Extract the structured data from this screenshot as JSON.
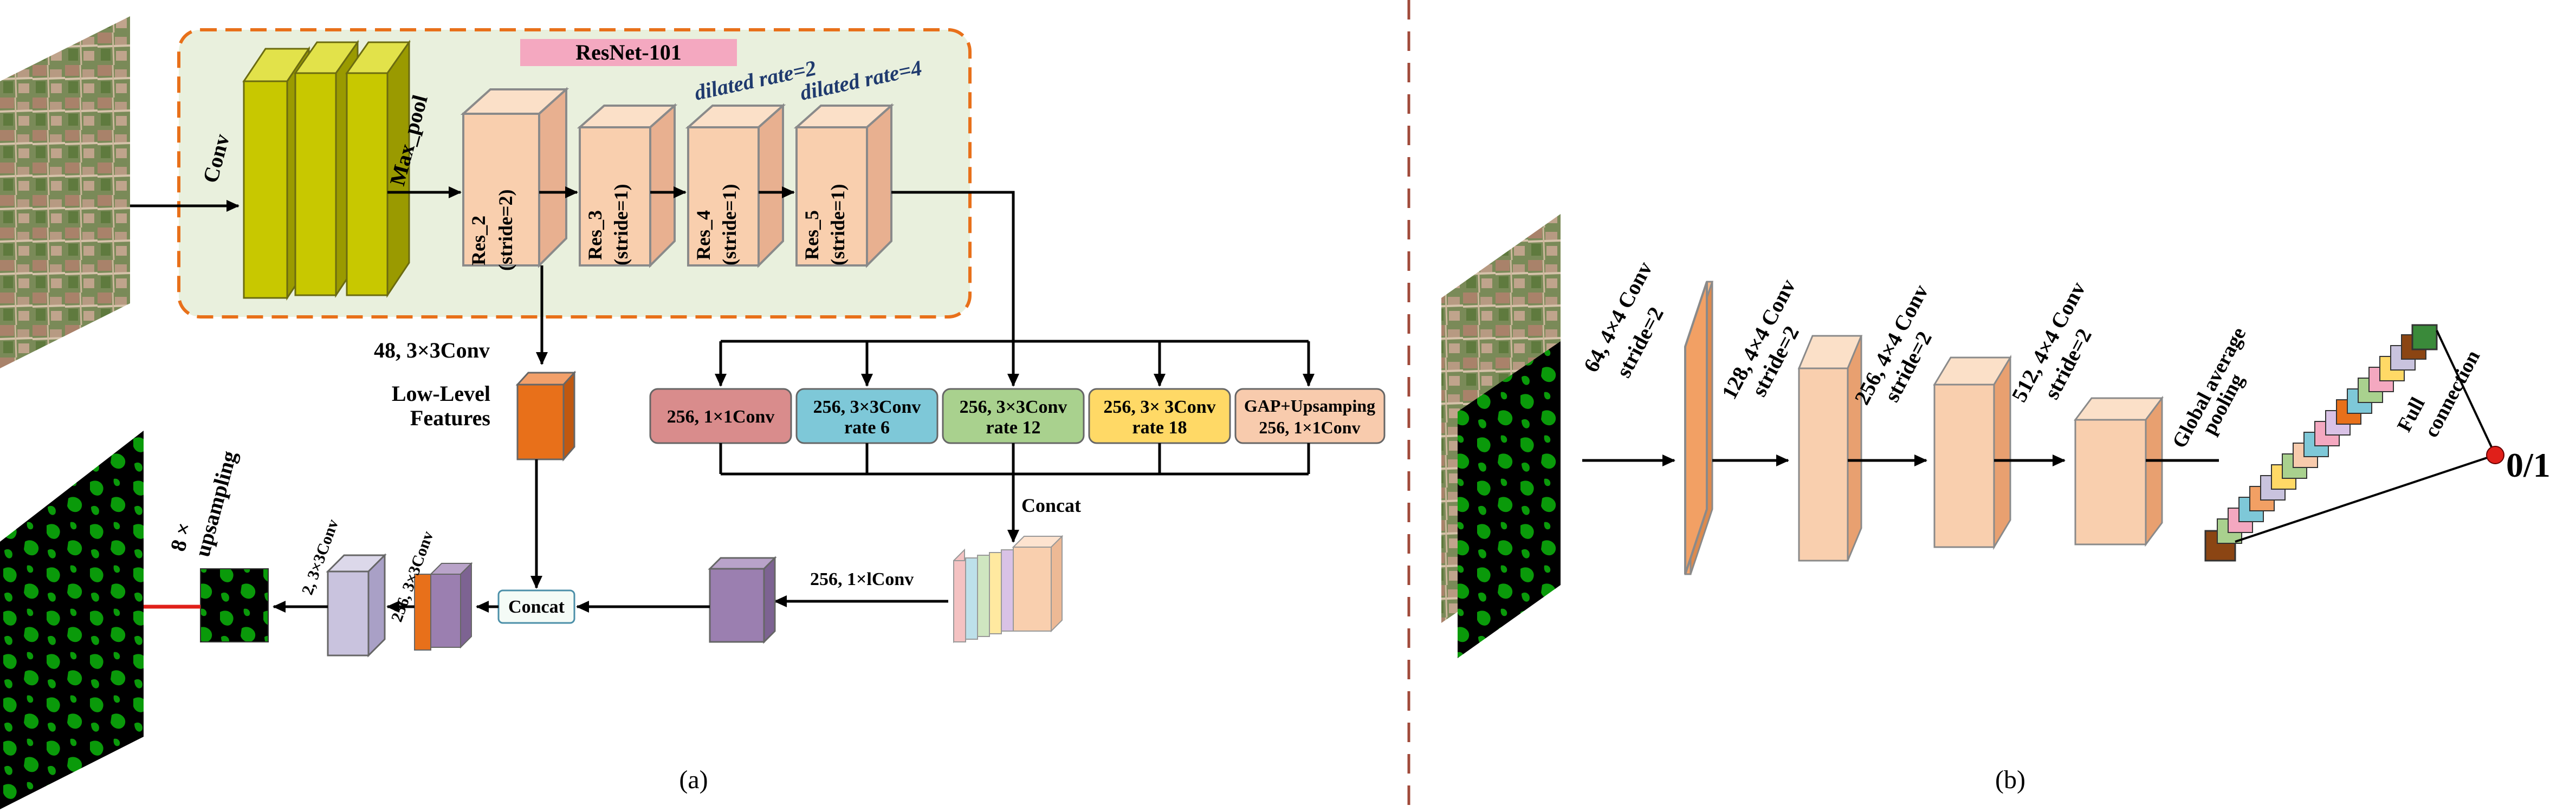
{
  "panel_a": {
    "backbone_title": "ResNet-101",
    "conv_label": "Conv",
    "maxpool_label": "Max_pool",
    "res_blocks": [
      {
        "name": "Res_2",
        "stride": "(stride=2)"
      },
      {
        "name": "Res_3",
        "stride": "(stride=1)"
      },
      {
        "name": "Res_4",
        "stride": "(stride=1)"
      },
      {
        "name": "Res_5",
        "stride": "(stride=1)"
      }
    ],
    "dilated_rate_2": "dilated rate=2",
    "dilated_rate_4": "dilated rate=4",
    "low_level_conv": "48, 3×3Conv",
    "low_level_line1": "Low-Level",
    "low_level_line2": "Features",
    "aspp": [
      {
        "line1": "256, 1×1Conv",
        "line2": "",
        "color": "#d98c8c"
      },
      {
        "line1": "256, 3×3Conv",
        "line2": "rate 6",
        "color": "#7ec8d8"
      },
      {
        "line1": "256, 3×3Conv",
        "line2": "rate 12",
        "color": "#a9d18e"
      },
      {
        "line1": "256, 3× 3Conv",
        "line2": "rate 18",
        "color": "#ffd966"
      },
      {
        "line1": "GAP+Upsamping",
        "line2": "256, 1×1Conv",
        "color": "#f8cbad"
      }
    ],
    "concat_label_right": "Concat",
    "conv_1x1_label": "256, 1×lConv",
    "concat_box_label": "Concat",
    "conv_3x3_a": "256, 3×3Conv",
    "conv_3x3_b": "2, 3×3Conv",
    "upsample_line1": "8 ×",
    "upsample_line2": "upsampling",
    "caption": "(a)"
  },
  "panel_b": {
    "layers": [
      {
        "line1": "64, 4×4 Conv",
        "line2": "stride=2"
      },
      {
        "line1": "128, 4×4 Conv",
        "line2": "stride=2"
      },
      {
        "line1": "256, 4×4 Conv",
        "line2": "stride=2"
      },
      {
        "line1": "512, 4×4 Conv",
        "line2": "stride=2"
      }
    ],
    "gap_line1": "Global average",
    "gap_line2": "pooling",
    "fc_line1": "Full",
    "fc_line2": "connection",
    "output_label": "0/1",
    "caption": "(b)"
  },
  "colors": {
    "conv_yellow": "#c8c800",
    "res_peach": "#f9cfae",
    "orange": "#e8701a",
    "purple": "#9b7fb0",
    "lavender": "#c9c3de",
    "backbone_fill": "#e9f0dd",
    "backbone_border": "#e8701a",
    "divider": "#a04a3a",
    "title_pink": "#f4a8c0",
    "dilated_text": "#1f3a6e",
    "upsample_arrow": "#e0201a",
    "output_dot": "#e0201a"
  }
}
